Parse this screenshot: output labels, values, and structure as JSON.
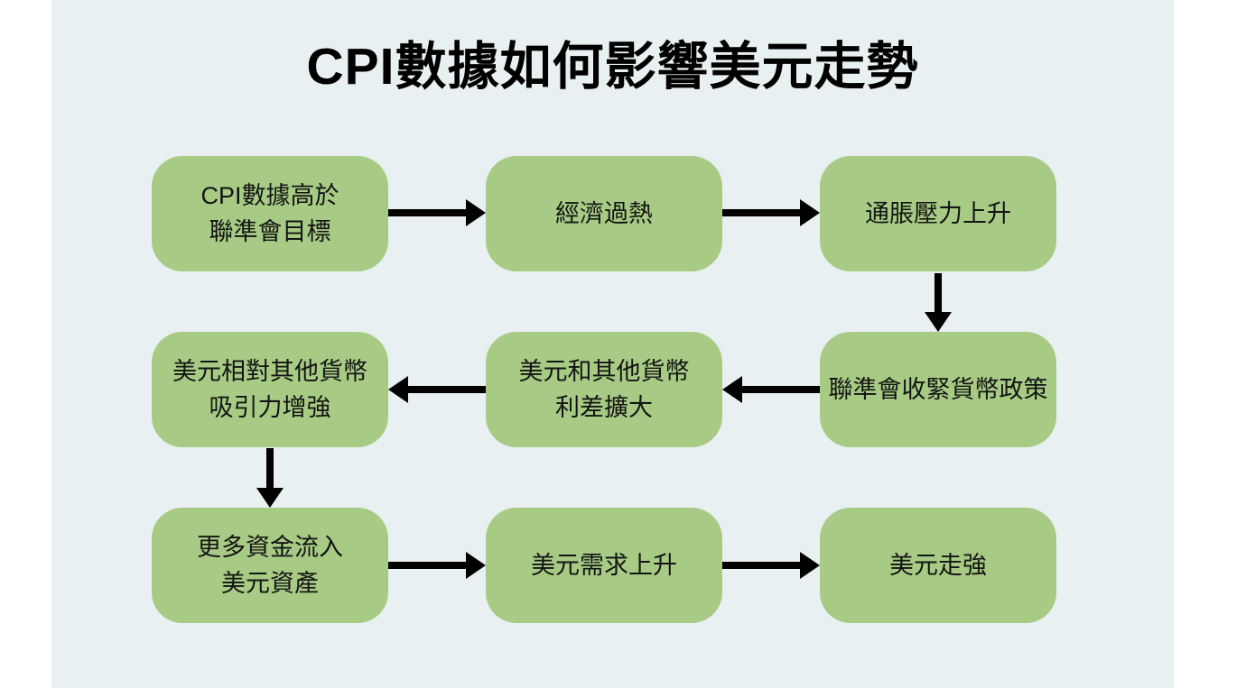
{
  "title": "CPI數據如何影響美元走勢",
  "colors": {
    "page_bg": "#ffffff",
    "canvas_bg": "#e9f0f2",
    "node_fill": "#a7cb84",
    "node_text": "#141414",
    "arrow": "#000000",
    "title": "#000000"
  },
  "flowchart": {
    "nodes": [
      {
        "id": "cpi-above-target",
        "label": "CPI數據高於\n聯準會目標"
      },
      {
        "id": "economy-overheating",
        "label": "經濟過熱"
      },
      {
        "id": "inflation-pressure-rising",
        "label": "通脹壓力上升"
      },
      {
        "id": "fed-tightens-policy",
        "label": "聯準會收緊貨幣政策"
      },
      {
        "id": "rate-differential-widens",
        "label": "美元和其他貨幣\n利差擴大"
      },
      {
        "id": "usd-attractiveness-stronger",
        "label": "美元相對其他貨幣\n吸引力增強"
      },
      {
        "id": "funds-flow-into-usd-assets",
        "label": "更多資金流入\n美元資產"
      },
      {
        "id": "usd-demand-rises",
        "label": "美元需求上升"
      },
      {
        "id": "usd-strengthens",
        "label": "美元走強"
      }
    ],
    "edges": [
      {
        "from": "cpi-above-target",
        "to": "economy-overheating",
        "direction": "right"
      },
      {
        "from": "economy-overheating",
        "to": "inflation-pressure-rising",
        "direction": "right"
      },
      {
        "from": "inflation-pressure-rising",
        "to": "fed-tightens-policy",
        "direction": "down"
      },
      {
        "from": "fed-tightens-policy",
        "to": "rate-differential-widens",
        "direction": "left"
      },
      {
        "from": "rate-differential-widens",
        "to": "usd-attractiveness-stronger",
        "direction": "left"
      },
      {
        "from": "usd-attractiveness-stronger",
        "to": "funds-flow-into-usd-assets",
        "direction": "down"
      },
      {
        "from": "funds-flow-into-usd-assets",
        "to": "usd-demand-rises",
        "direction": "right"
      },
      {
        "from": "usd-demand-rises",
        "to": "usd-strengthens",
        "direction": "right"
      }
    ]
  }
}
